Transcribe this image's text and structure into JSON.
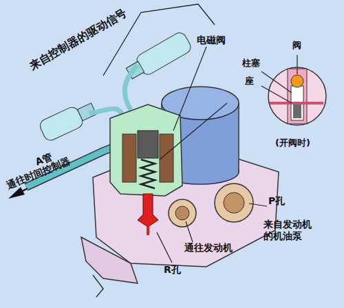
{
  "diagram": {
    "labels": [
      "来自控制器的驱动信号",
      "电磁阀",
      "柱塞",
      "阀",
      "座",
      "(开阀时)",
      "A管",
      "通往时间控制器",
      "P孔",
      "来自发动机的机油泵",
      "通往发动机",
      "R孔"
    ]
  }
}
